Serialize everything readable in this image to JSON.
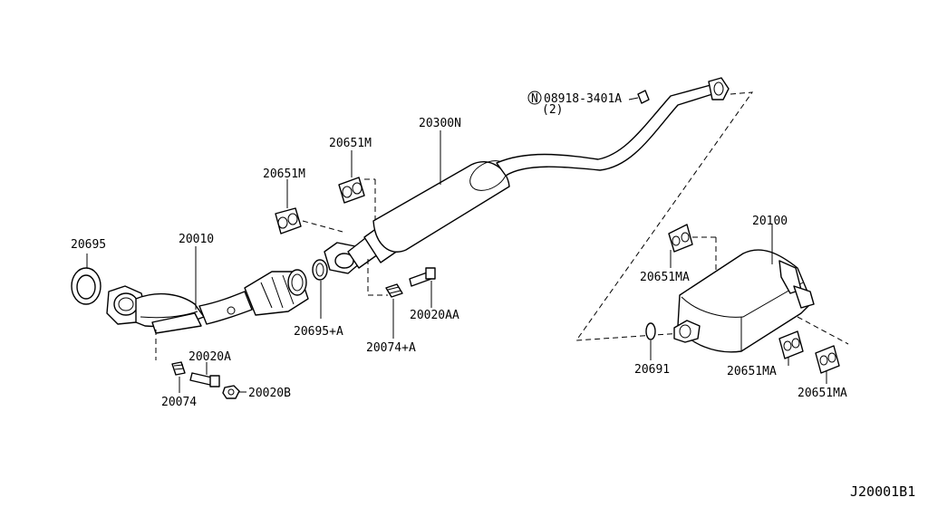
{
  "labels": {
    "p20695": "20695",
    "p20010": "20010",
    "p20020A": "20020A",
    "p20074": "20074",
    "p20020B": "20020B",
    "p20651M_a": "20651M",
    "p20651M_b": "20651M",
    "p20300N": "20300N",
    "p20695A": "20695+A",
    "p20074A": "20074+A",
    "p20020AA": "20020AA",
    "p08918": "08918-3401A",
    "p08918_qty": "(2)",
    "nut_symbol": "N",
    "p20100": "20100",
    "p20651MA_a": "20651MA",
    "p20691": "20691",
    "p20651MA_b": "20651MA",
    "p20651MA_c": "20651MA"
  },
  "reference": "J20001B1"
}
